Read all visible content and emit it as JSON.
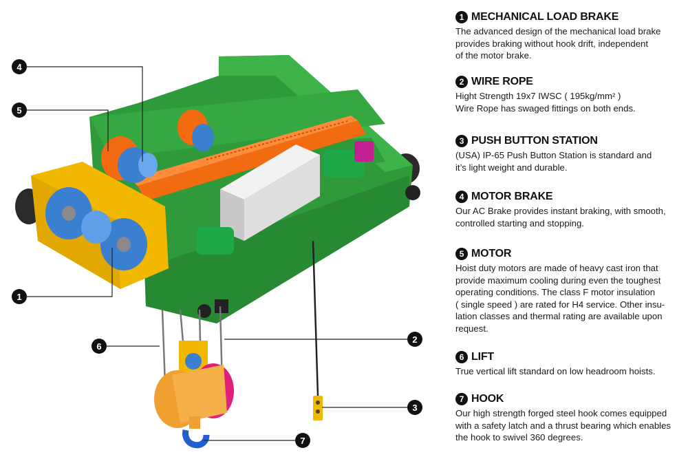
{
  "features": [
    {
      "number": "1",
      "title": "MECHANICAL LOAD BRAKE",
      "lines": [
        "The advanced design of the mechanical load brake",
        "provides braking without hook drift, independent",
        "of the motor brake."
      ]
    },
    {
      "number": "2",
      "title": "WIRE ROPE",
      "lines": [
        "Hight Strength 19x7  IWSC ( 195kg/mm² )",
        "Wire Rope has swaged fittings on both ends."
      ]
    },
    {
      "number": "3",
      "title": "PUSH BUTTON STATION",
      "lines": [
        "(USA) IP-65 Push Button Station is standard and",
        "it’s light weight and durable."
      ]
    },
    {
      "number": "4",
      "title": "MOTOR BRAKE",
      "lines": [
        "Our AC Brake provides instant braking, with smooth,",
        "controlled starting and stopping."
      ]
    },
    {
      "number": "5",
      "title": "MOTOR",
      "lines": [
        "Hoist duty motors are made of heavy cast iron that",
        "provide maximum cooling during even the toughest",
        "operating conditions. The class F motor insulation",
        "( single speed ) are rated for H4 service. Other insu-",
        "lation classes and thermal rating are available upon",
        "request."
      ]
    },
    {
      "number": "6",
      "title": "LIFT",
      "lines": [
        "True vertical lift standard on low headroom hoists."
      ]
    },
    {
      "number": "7",
      "title": "HOOK",
      "lines": [
        "Our high strength forged steel hook comes equipped",
        "with a safety latch and a thrust bearing which enables",
        "the hook to swivel 360 degrees."
      ]
    }
  ],
  "callouts": [
    "4",
    "5",
    "1",
    "6",
    "2",
    "3",
    "7"
  ],
  "colors": {
    "frame": "#2f9a3a",
    "gearbox": "#f2b800",
    "drum": "#f26b10",
    "gear": "#3a7fd0",
    "enclosure": "#d9d9d9",
    "hook_block": "#f0a030",
    "hook_side": "#e0207a",
    "hook": "#1f5fd0"
  }
}
